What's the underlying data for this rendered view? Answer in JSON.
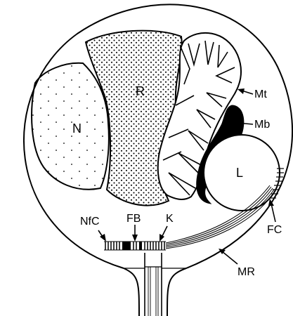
{
  "labels": {
    "nucleus": "N",
    "ribosome_mass": "R",
    "mitochondrion": "Mt",
    "microbody": "Mb",
    "lipid_droplet": "L",
    "nuclear_flagellar_connector": "NfC",
    "flagellar_base": "FB",
    "kinetosome": "K",
    "flagellar_collar": "FC",
    "microtubular_root": "MR"
  },
  "colors": {
    "line": "#000000",
    "background": "#ffffff"
  }
}
